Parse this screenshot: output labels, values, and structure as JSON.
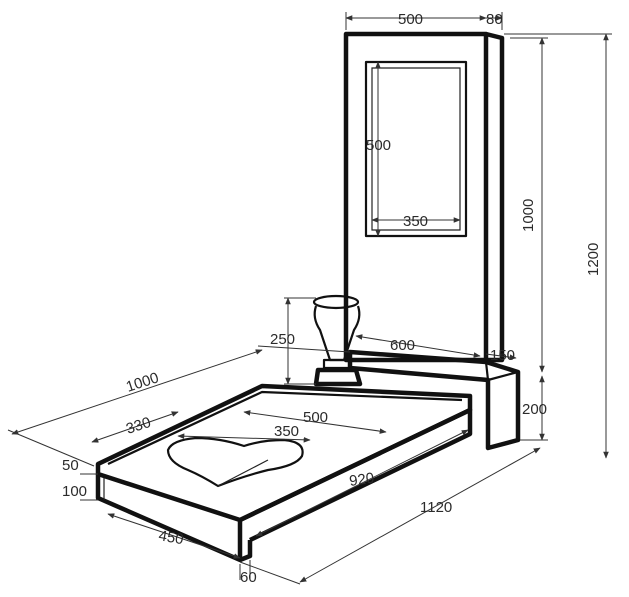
{
  "colors": {
    "stroke": "#111111",
    "background": "#ffffff",
    "dimension_text": "#2b2b2b"
  },
  "dimensions": {
    "stele_width": "500",
    "stele_thickness": "80",
    "photo_height": "500",
    "photo_width": "350",
    "stele_height": "1000",
    "total_height": "1200",
    "pedestal_height": "200",
    "pedestal_depth": "150",
    "pedestal_width": "600",
    "vase_height": "250",
    "frame_length": "1000",
    "inner_width": "500",
    "heart_width": "350",
    "flower_bed_width": "330",
    "frame_top_height": "50",
    "frame_base_height": "100",
    "inner_length": "920",
    "outer_length": "1120",
    "base_front_width": "450",
    "base_offset": "60"
  }
}
